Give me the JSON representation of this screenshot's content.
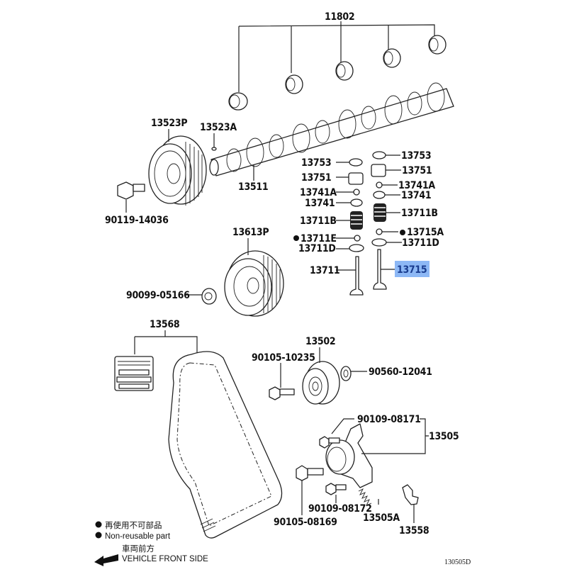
{
  "diagram": {
    "title": "Camshaft & Valve / Timing Belt Parts Diagram",
    "highlight_color": "#8db8f5",
    "selected_part": "13715",
    "diagram_code": "130505D",
    "legend": {
      "non_reusable_jp": "再使用不可部品",
      "non_reusable_en": "Non-reusable part",
      "front_jp": "車両前方",
      "front_en": "VEHICLE FRONT SIDE"
    },
    "parts": {
      "p11802": "11802",
      "p13523P": "13523P",
      "p13523A": "13523A",
      "p13511": "13511",
      "p90119_14036": "90119-14036",
      "p13753_l": "13753",
      "p13751_l": "13751",
      "p13741A_l": "13741A",
      "p13741_l": "13741",
      "p13711B_l": "13711B",
      "p13711E": "13711E",
      "p13711D_l": "13711D",
      "p13711": "13711",
      "p13753_r": "13753",
      "p13751_r": "13751",
      "p13741A_r": "13741A",
      "p13741_r": "13741",
      "p13711B_r": "13711B",
      "p13715A": "13715A",
      "p13711D_r": "13711D",
      "p13715": "13715",
      "p13613P": "13613P",
      "p90099_05166": "90099-05166",
      "p13568": "13568",
      "p13502": "13502",
      "p90105_10235": "90105-10235",
      "p90560_12041": "90560-12041",
      "p90109_08171": "90109-08171",
      "p13505": "13505",
      "p90109_08172": "90109-08172",
      "p13505A": "13505A",
      "p13558": "13558",
      "p90105_08169": "90105-08169"
    }
  }
}
